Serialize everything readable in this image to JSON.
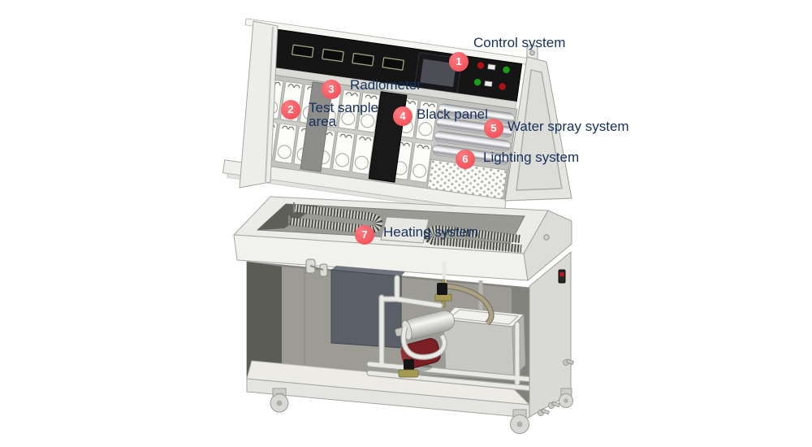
{
  "colors": {
    "marker_bg": "#f4565e",
    "label_text": "#16305c"
  },
  "callouts": [
    {
      "number": "1",
      "label": "Control system"
    },
    {
      "number": "2",
      "label": "Test sanple area"
    },
    {
      "number": "3",
      "label": "Radiometer"
    },
    {
      "number": "4",
      "label": "Black panel"
    },
    {
      "number": "5",
      "label": "Water spray system"
    },
    {
      "number": "6",
      "label": "Lighting system"
    },
    {
      "number": "7",
      "label": "Heating system"
    }
  ]
}
